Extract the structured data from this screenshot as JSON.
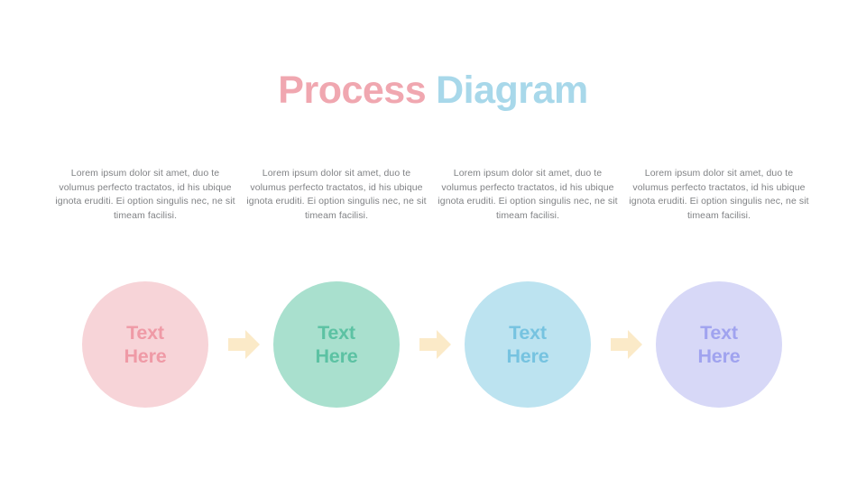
{
  "slide": {
    "background_color": "#ffffff",
    "title": {
      "word_1": "Process",
      "word_2": "Diagram",
      "word_1_color": "#f0a7b0",
      "word_2_color": "#a8d8ea"
    },
    "arrow_color": "#fbeac8",
    "steps": [
      {
        "description": "Lorem ipsum dolor sit amet, duo te volumus perfecto tractatos, id his ubique ignota eruditi. Ei option singulis nec, ne sit timeam facilisi.",
        "circle_label": "Text\nHere",
        "circle_color": "#f7d4d8",
        "circle_text_color": "#ef9aa6"
      },
      {
        "description": "Lorem ipsum dolor sit amet, duo te volumus perfecto tractatos, id his ubique ignota eruditi. Ei option singulis nec, ne sit timeam facilisi.",
        "circle_label": "Text\nHere",
        "circle_color": "#a9e0ce",
        "circle_text_color": "#5cc2a3"
      },
      {
        "description": "Lorem ipsum dolor sit amet, duo te volumus perfecto tractatos, id his ubique ignota eruditi. Ei option singulis nec, ne sit timeam facilisi.",
        "circle_label": "Text\nHere",
        "circle_color": "#bce3f0",
        "circle_text_color": "#76c3e0"
      },
      {
        "description": "Lorem ipsum dolor sit amet, duo te volumus perfecto tractatos, id his ubique ignota eruditi. Ei option singulis nec, ne sit timeam facilisi.",
        "circle_label": "Text\nHere",
        "circle_color": "#d7d8f7",
        "circle_text_color": "#a0a3ef"
      }
    ],
    "connectors": [
      {
        "icon": "arrow-right-icon"
      },
      {
        "icon": "arrow-right-icon"
      },
      {
        "icon": "arrow-right-icon"
      }
    ]
  }
}
